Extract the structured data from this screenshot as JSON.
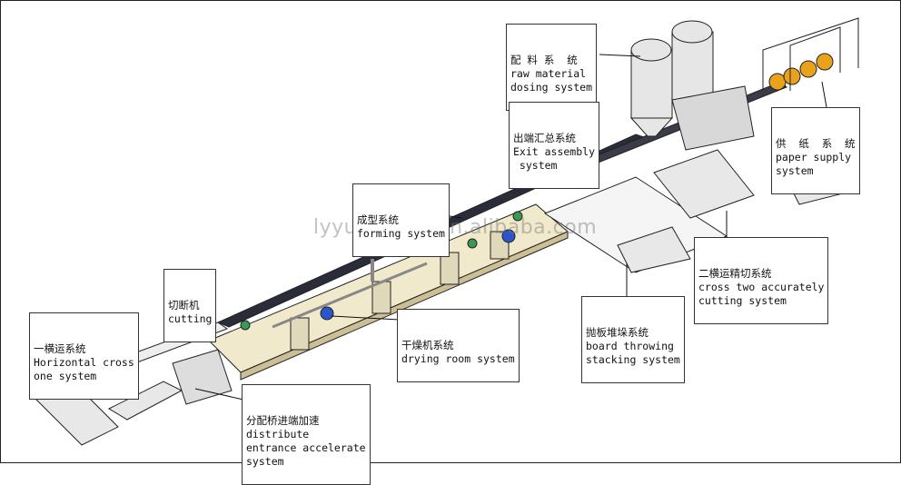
{
  "watermark": "lyyuanteng.en.alibaba.com",
  "labels": {
    "raw_material": {
      "zh": "配 料 系  统",
      "en1": "raw material",
      "en2": "dosing system"
    },
    "exit_assembly": {
      "zh": "出端汇总系统",
      "en1": "Exit assembly",
      "en2": " system"
    },
    "paper_supply": {
      "zh": "供  纸  系  统",
      "en1": "paper supply",
      "en2": "system"
    },
    "forming": {
      "zh": "成型系统",
      "en1": "forming system"
    },
    "cutting": {
      "zh": "切断机",
      "en1": "cutting"
    },
    "horizontal_cross": {
      "zh": "一横运系统",
      "en1": "Horizontal cross",
      "en2": "one system"
    },
    "drying_room": {
      "zh": "干燥机系统",
      "en1": "drying room system"
    },
    "distribute": {
      "zh": "分配桥进端加速",
      "en1": "distribute",
      "en2": "entrance accelerate",
      "en3": "system"
    },
    "cross_two": {
      "zh": "二横运精切系统",
      "en1": "cross two accurately",
      "en2": "cutting system"
    },
    "board_throwing": {
      "zh": "抛板堆垛系统",
      "en1": "board throwing",
      "en2": "stacking system"
    }
  },
  "colors": {
    "line": "#222222",
    "belt_dark": "#2a2c3a",
    "dryer": "#f1e9cc",
    "silo": "#e6e6e6",
    "roll": "#e8a21c",
    "green": "#3a9a55",
    "blue": "#2c56c8"
  }
}
